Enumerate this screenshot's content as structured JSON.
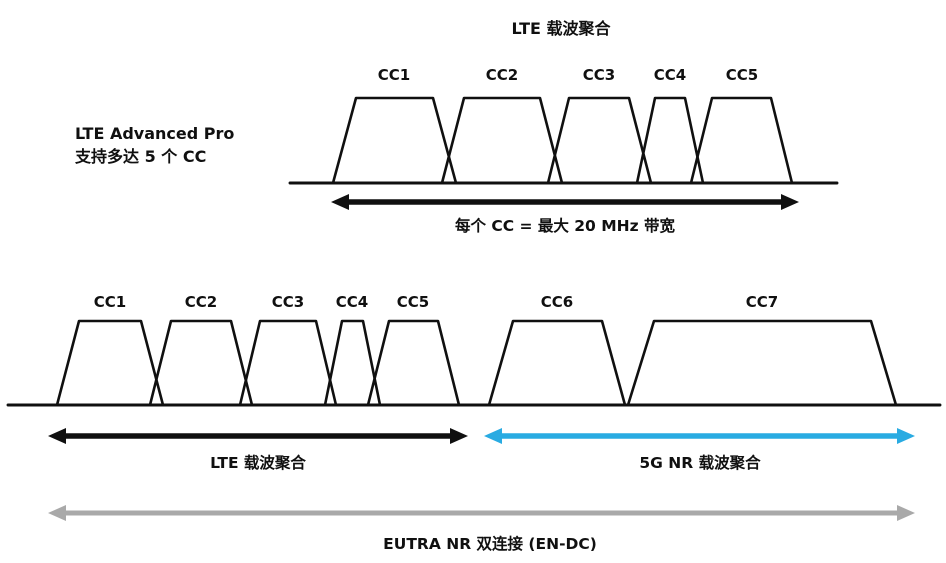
{
  "colors": {
    "ink": "#101010",
    "blue": "#29abe2",
    "gray_arrow": "#a9a9a9",
    "gray_text": "#999999",
    "background": "#ffffff"
  },
  "top_diagram": {
    "title": "LTE 载波聚合",
    "side_label_line1": "LTE Advanced Pro",
    "side_label_line2": "支持多达 5 个 CC",
    "carriers": [
      "CC1",
      "CC2",
      "CC3",
      "CC4",
      "CC5"
    ],
    "bandwidth_arrow_label": "每个 CC = 最大 20 MHz 带宽"
  },
  "bottom_diagram": {
    "carriers": [
      "CC1",
      "CC2",
      "CC3",
      "CC4",
      "CC5",
      "CC6",
      "CC7"
    ],
    "lte_arrow_label": "LTE 载波聚合",
    "nr_arrow_label": "5G NR 载波聚合",
    "endc_arrow_label": "EUTRA NR 双连接 (EN-DC)"
  }
}
